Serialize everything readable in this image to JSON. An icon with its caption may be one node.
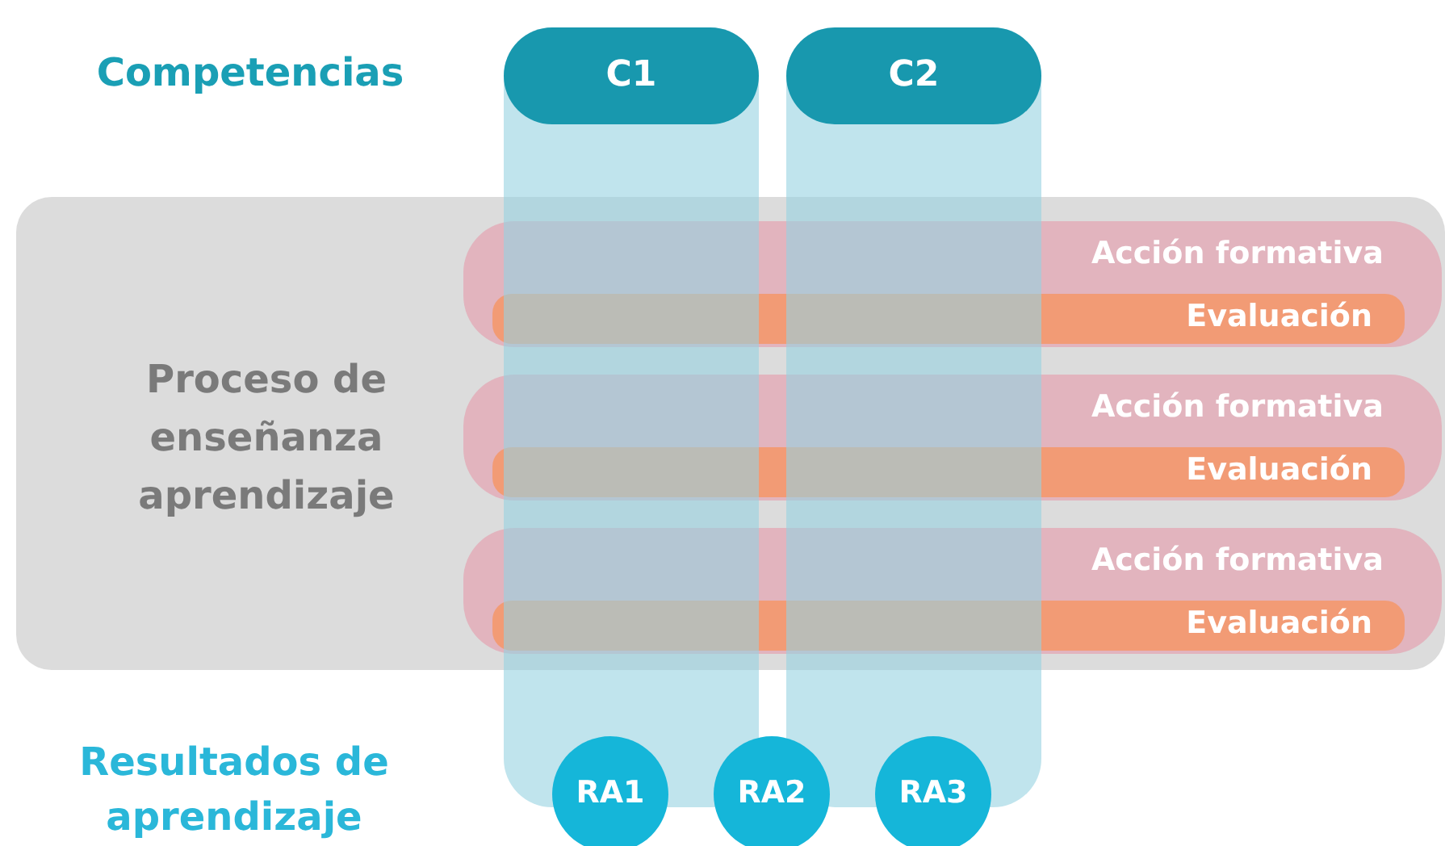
{
  "diagram": {
    "nodes": [
      {
        "text": [
          "Proceso de enseñanza aprendizaje"
        ]
      },
      {
        "text": [
          "Acción formativa"
        ],
        "in": 0
      },
      {
        "text": [
          "Evaluación"
        ],
        "in": 1
      },
      {
        "text": [
          "Acción formativa"
        ],
        "in": 0
      },
      {
        "text": [
          "Evaluación"
        ],
        "in": 3
      },
      {
        "text": [
          "Acción formativa"
        ],
        "in": 0
      },
      {
        "text": [
          "Evaluación"
        ],
        "in": 5
      },
      {
        "text": [
          "C1"
        ]
      },
      {
        "text": [
          "C2"
        ]
      },
      {
        "text": [
          "RA1"
        ]
      },
      {
        "text": [
          "RA2"
        ]
      },
      {
        "text": [
          "RA3"
        ]
      }
    ],
    "labels": [
      "Competencias",
      "Resultados de aprendizaje"
    ]
  }
}
